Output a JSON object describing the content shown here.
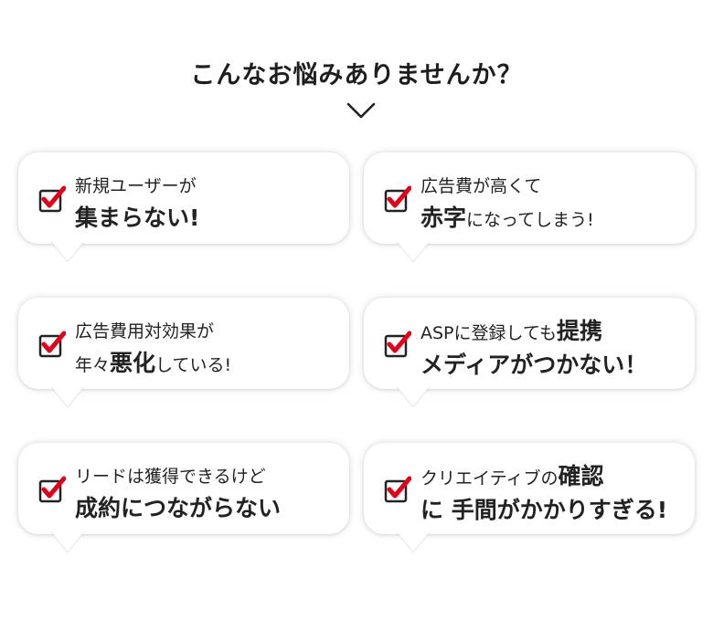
{
  "heading": "こんなお悩みありませんか？",
  "icons": {
    "chevron": "chevron-down-icon",
    "check": "checkbox-checked-icon"
  },
  "colors": {
    "check_accent": "#e0001b",
    "box": "#222222"
  },
  "cards": [
    {
      "line1": [
        {
          "t": "新規ユーザーが"
        }
      ],
      "line2": [
        {
          "t": "集まらない!",
          "b": true
        }
      ]
    },
    {
      "line1": [
        {
          "t": "広告費が高くて"
        }
      ],
      "line2": [
        {
          "t": "赤字",
          "b": true
        },
        {
          "t": "になってしまう!"
        }
      ]
    },
    {
      "line1": [
        {
          "t": "広告費用対効果が"
        }
      ],
      "line2": [
        {
          "t": "年々"
        },
        {
          "t": "悪化",
          "b": true
        },
        {
          "t": "している!"
        }
      ]
    },
    {
      "line1": [
        {
          "t": "ASPに登録しても"
        },
        {
          "t": "提携",
          "b": true
        }
      ],
      "line2": [
        {
          "t": "メディアがつかない！",
          "b": true
        }
      ]
    },
    {
      "line1": [
        {
          "t": "リードは獲得できるけど"
        }
      ],
      "line2": [
        {
          "t": "成約につながらない",
          "b": true
        }
      ]
    },
    {
      "line1": [
        {
          "t": "クリエイティブの"
        },
        {
          "t": "確認",
          "b": true
        }
      ],
      "line2": [
        {
          "t": "に 手間がかかりすぎる!",
          "b": true
        }
      ]
    }
  ]
}
